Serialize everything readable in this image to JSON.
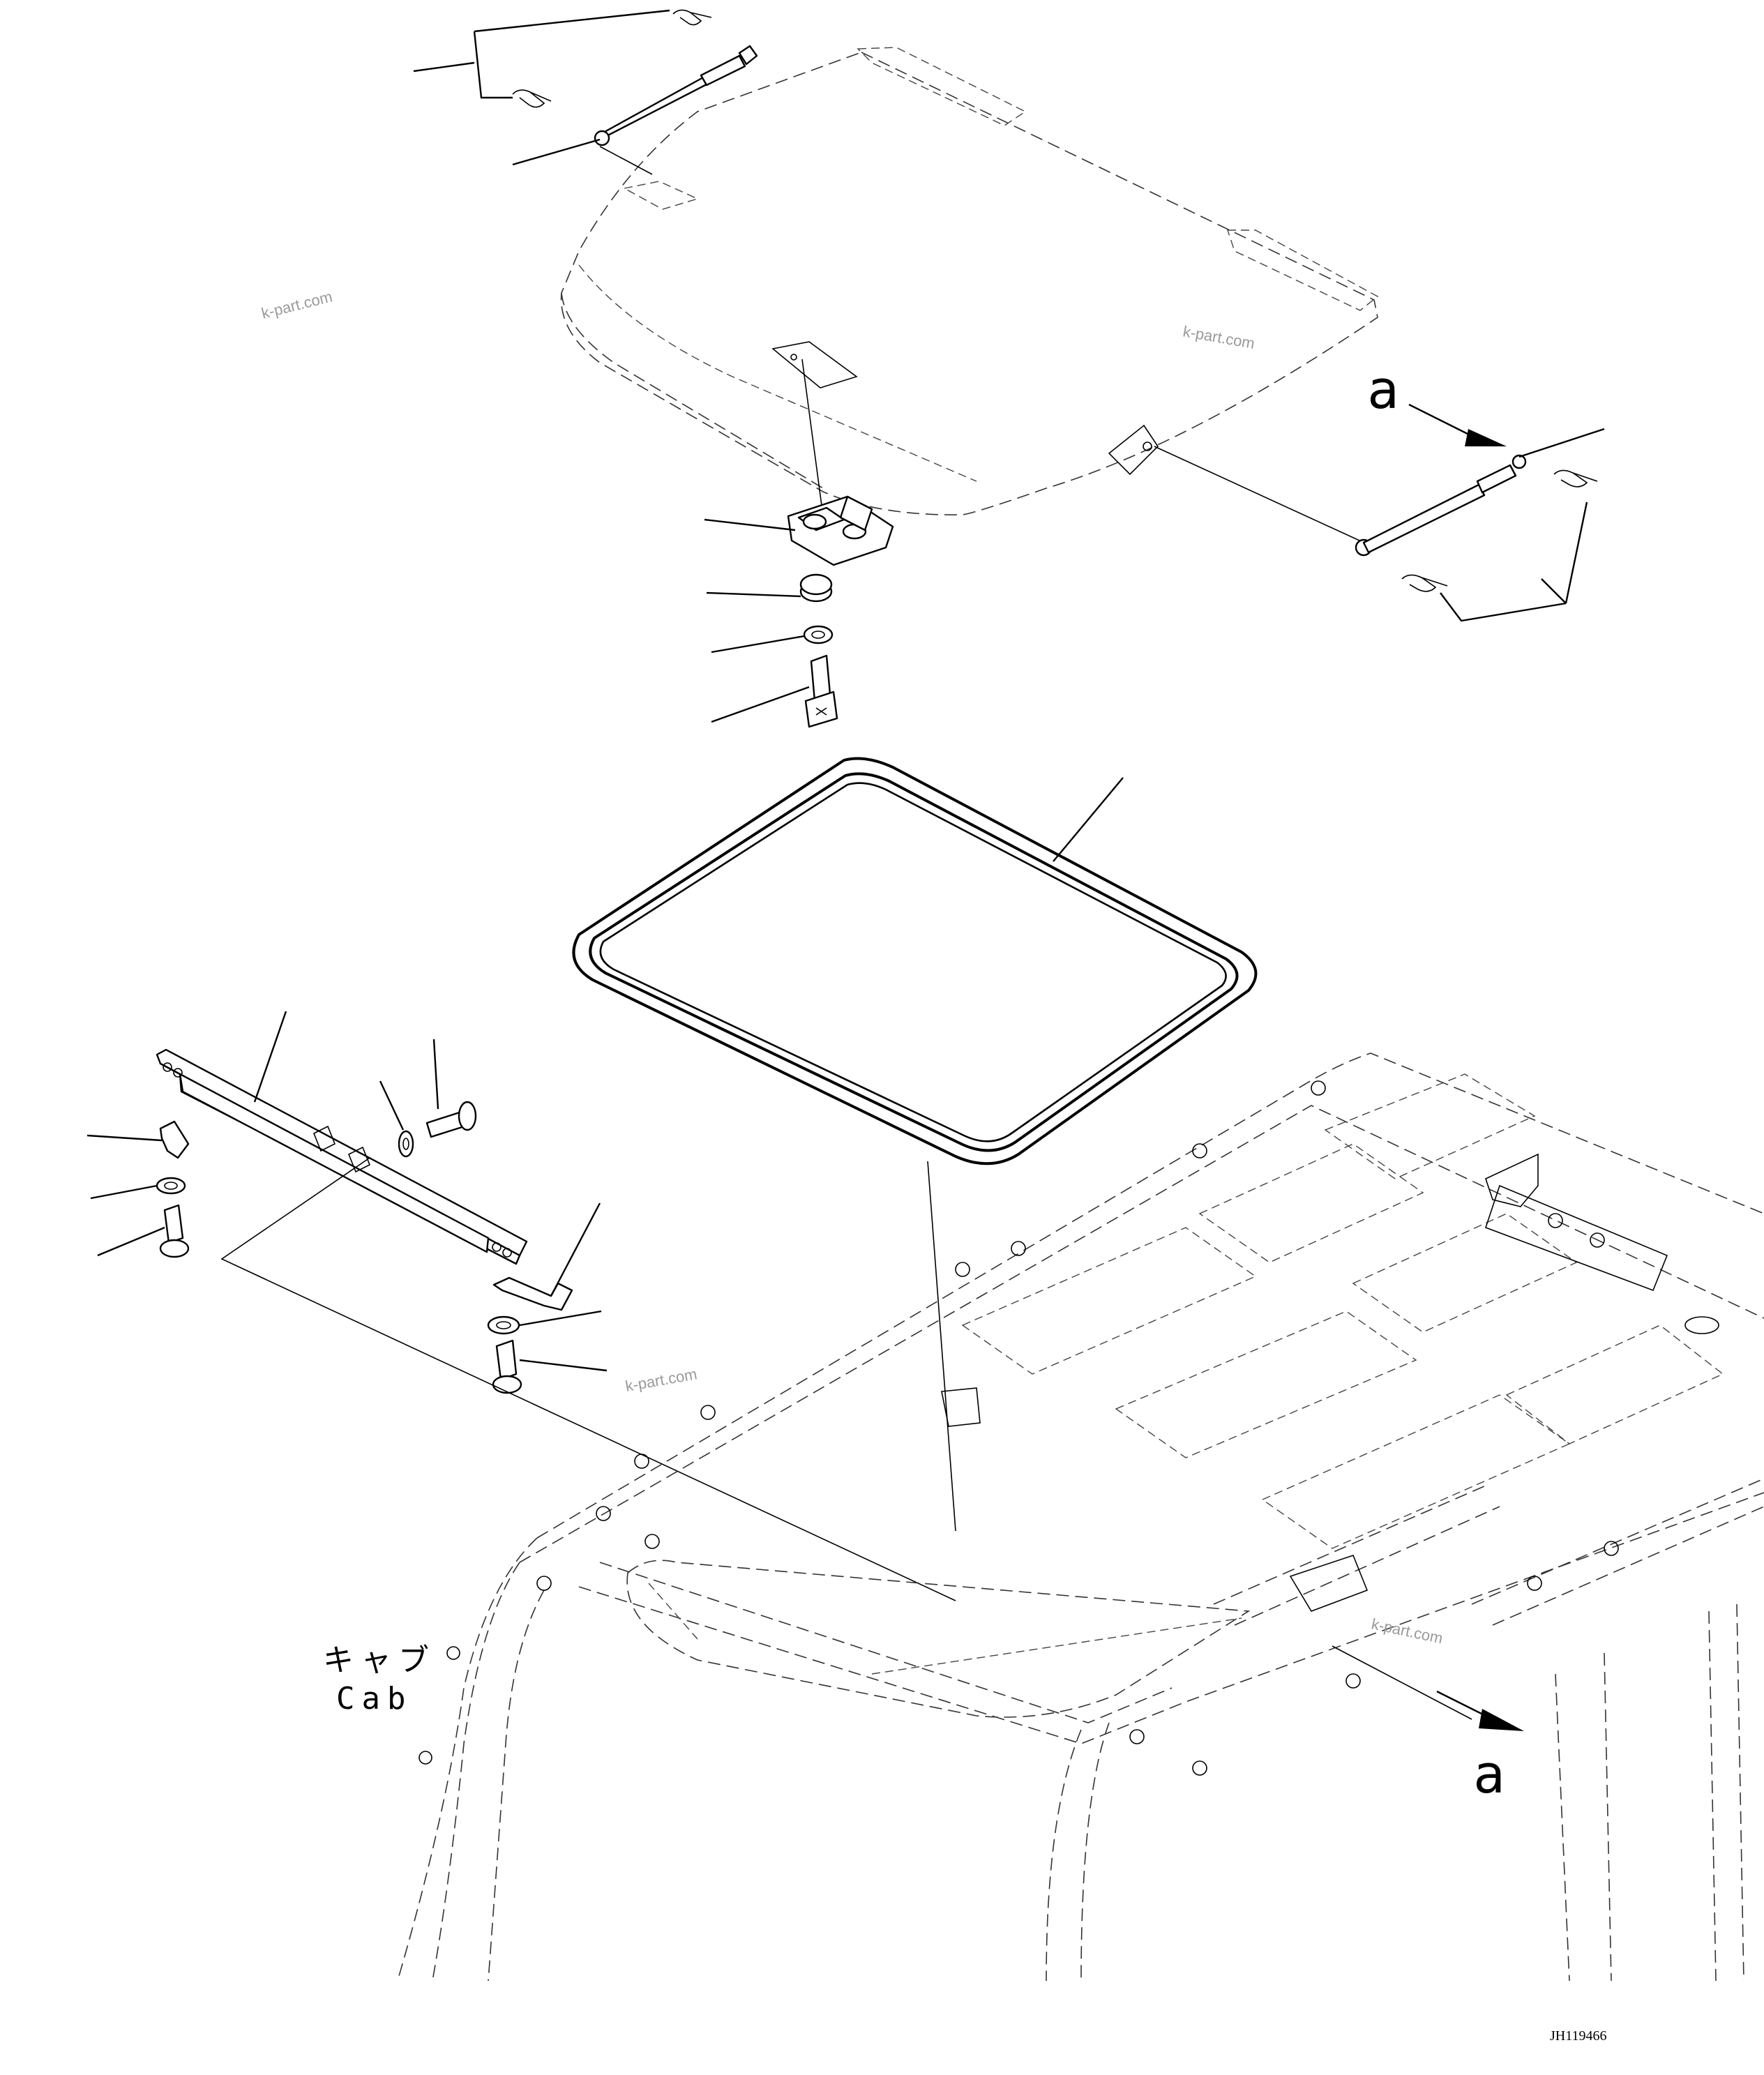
{
  "view_labels": {
    "view_a_top": "a",
    "view_a_bottom": "a"
  },
  "cab_label": {
    "japanese": "キャブ",
    "english": "Cab"
  },
  "watermark": "k-part.com",
  "drawing_number": "JH119466"
}
